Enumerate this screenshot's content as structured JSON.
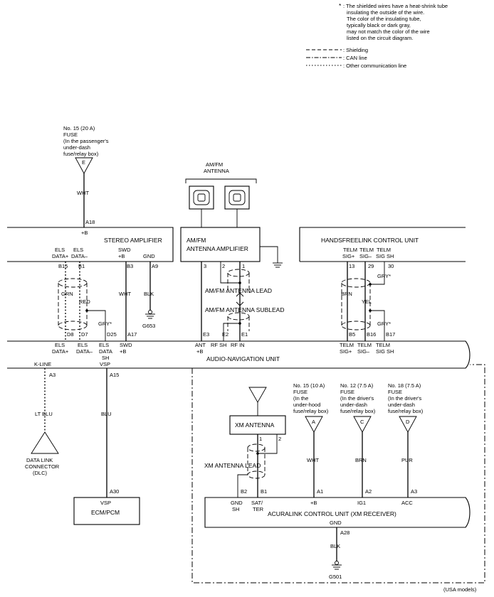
{
  "legend": {
    "star": "*",
    "note": [
      ": The shielded wires have a heat-shrink tube",
      "insulating the outside of the wire.",
      "The color of the insulating tube,",
      "typically black or dark gray,",
      "may not match the color of the wire",
      "listed on the circuit diagram."
    ],
    "shielding": ": Shielding",
    "can": ": CAN line",
    "other": ": Other communication line"
  },
  "fuse15": [
    "No. 15 (20 A)",
    "FUSE",
    "(In the passenger's",
    "under-dash",
    "fuse/relay box)"
  ],
  "fuse_e": "E",
  "wht1": "WHT",
  "amp": {
    "pin_a18": "A18",
    "plus_b": "+B",
    "title": "STEREO AMPLIFIER",
    "els": [
      "ELS",
      "ELS"
    ],
    "data": [
      "DATA+",
      "DATA–"
    ],
    "swd": "SWD",
    "swd_b": "+B",
    "gnd": "GND",
    "pins": [
      "B15",
      "B1",
      "B3",
      "A9"
    ],
    "grn": "GRN",
    "red": "RED",
    "wht": "WHT",
    "blk": "BLK",
    "gry": "GRY*",
    "g653": "G653"
  },
  "ant": {
    "title": [
      "AM/FM",
      "ANTENNA"
    ],
    "amp": [
      "AM/FM",
      "ANTENNA AMPLIFIER"
    ],
    "pins": [
      "3",
      "2",
      "1"
    ],
    "lead": "AM/FM ANTENNA LEAD",
    "sublead": "AM/FM ANTENNA SUBLEAD",
    "npins": [
      "E3",
      "E2",
      "E1"
    ],
    "nlabels": [
      "ANT",
      "+B",
      "RF SH",
      "RF IN"
    ]
  },
  "hfl": {
    "title": "HANDSFREELINK CONTROL UNIT",
    "telm": [
      "TELM",
      "TELM",
      "TELM"
    ],
    "sig": [
      "SIG+",
      "SIG–",
      "SIG SH"
    ],
    "pins": [
      "13",
      "29",
      "30"
    ],
    "brn": "BRN",
    "yel": "YEL",
    "gry": [
      "GRY*",
      "GRY*"
    ],
    "npins": [
      "B5",
      "B16",
      "B17"
    ]
  },
  "nav": {
    "title": "AUDIO-NAVIGATION UNIT",
    "left_pins": [
      "D8",
      "D7",
      "D25",
      "A17"
    ],
    "left_l1": [
      "ELS",
      "ELS",
      "ELS",
      "SWD"
    ],
    "left_l2": [
      "DATA+",
      "DATA–",
      "DATA",
      "+B"
    ],
    "left_l3": "SH"
  },
  "kline": {
    "label": "K-LINE",
    "pin": "A3",
    "wire": "LT BLU",
    "dlc": [
      "DATA LINK",
      "CONNECTOR",
      "(DLC)"
    ]
  },
  "vsp": {
    "label": "VSP",
    "pin": "A15",
    "wire": "BLU",
    "pin2": "A30",
    "label2": "VSP",
    "ecm": "ECM/PCM"
  },
  "xm": {
    "ant": "XM ANTENNA",
    "p1": "1",
    "p2": "2",
    "lead": "XM ANTENNA LEAD",
    "pins": [
      "B2",
      "B1"
    ],
    "l1": [
      "GND",
      "SAT/"
    ],
    "l2": [
      "SH",
      "TER"
    ]
  },
  "fuses": [
    {
      "lines": [
        "No. 15 (10 A)",
        "FUSE",
        "(In the",
        "under-hood",
        "fuse/relay box)"
      ],
      "letter": "A",
      "wire": "WHT",
      "pin": "A1",
      "sig": "+B"
    },
    {
      "lines": [
        "No. 12 (7.5 A)",
        "FUSE",
        "(In the driver's",
        "under-dash",
        "fuse/relay box)"
      ],
      "letter": "C",
      "wire": "BRN",
      "pin": "A2",
      "sig": "IG1"
    },
    {
      "lines": [
        "No. 18 (7.5 A)",
        "FUSE",
        "(In the driver's",
        "under-dash",
        "fuse/relay box)"
      ],
      "letter": "D",
      "wire": "PUR",
      "pin": "A3",
      "sig": "ACC"
    }
  ],
  "acura": {
    "title": "ACURALINK CONTROL UNIT (XM RECEIVER)",
    "gnd": "GND",
    "pin": "A28",
    "wire": "BLK",
    "g501": "G501"
  },
  "footer": "(USA models)"
}
